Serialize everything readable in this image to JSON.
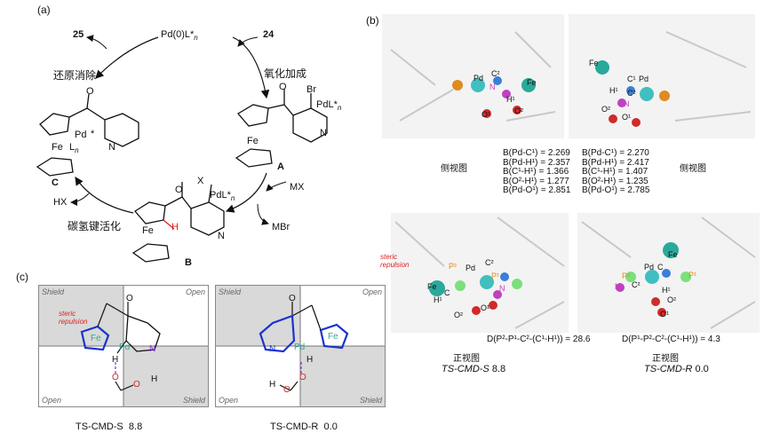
{
  "panel_a": {
    "label": "(a)",
    "compound_25": "25",
    "catalyst": "Pd(0)L*",
    "catalyst_sub": "n",
    "compound_24": "24",
    "step_oxidative_addition": "氧化加成",
    "step_reductive_elimination": "还原消除",
    "step_cmd": "碳氢键活化",
    "intermediate_A": "A",
    "intermediate_B": "B",
    "intermediate_C": "C",
    "reagent_MX": "MX",
    "byproduct_MBr": "MBr",
    "byproduct_HX": "HX",
    "atom_Br": "Br",
    "atom_X": "X",
    "ligand_PdL": "PdL*",
    "atom_Fe": "Fe",
    "atom_N": "N",
    "atom_O": "O",
    "atom_H": "H",
    "atom_Pd": "Pd",
    "Ln": "L",
    "Ln_sub": "n",
    "star": "*"
  },
  "panel_b": {
    "label": "(b)",
    "side_view_left": "侧视图",
    "side_view_right": "侧视图",
    "front_view_left": "正视图",
    "front_view_right": "正视图",
    "bonds_S": [
      "B(Pd-C¹) = 2.269",
      "B(Pd-H¹) = 2.357",
      "B(C¹-H¹) = 1.366",
      "B(O²-H¹) = 1.277",
      "B(Pd-O¹) = 2.851"
    ],
    "bonds_R": [
      "B(Pd-C¹) = 2.270",
      "B(Pd-H¹) = 2.417",
      "B(C¹-H¹) = 1.407",
      "B(O²-H¹) = 1.235",
      "B(Pd-O¹) = 2.785"
    ],
    "dihedral_S": "D(P²-P¹-C²-(C¹-H¹)) = 28.6",
    "dihedral_R": "D(P¹-P²-C²-(C¹-H¹)) = 4.3",
    "ts_S_label": "TS-CMD-S",
    "ts_S_value": "8.8",
    "ts_R_label": "TS-CMD-R",
    "ts_R_value": "0.0",
    "steric_label": "steric repulsion",
    "atom_labels": {
      "Pd": "Pd",
      "Fe": "Fe",
      "C1": "C¹",
      "C2": "C²",
      "H1": "H¹",
      "O1": "O¹",
      "O2": "O²",
      "N": "N",
      "P1": "P¹",
      "P2": "P²",
      "C": "C"
    }
  },
  "panel_c": {
    "label": "(c)",
    "shield": "Shield",
    "open": "Open",
    "steric_label": "steric repulsion",
    "ts_S_label": "TS-CMD-S",
    "ts_S_value": "8.8",
    "ts_R_label": "TS-CMD-R",
    "ts_R_value": "0.0",
    "atom_Fe": "Fe",
    "atom_Pd": "Pd",
    "atom_N": "N",
    "atom_H": "H",
    "atom_O": "O"
  },
  "colors": {
    "pd": "#3fbfbf",
    "fe": "#2aa99a",
    "carbon": "#3a7fd8",
    "oxygen": "#d02a2a",
    "nitrogen": "#c040c0",
    "phosphorus": "#e08a20",
    "highlight_red": "#e02020",
    "hbond_purple": "#8a2be2",
    "blue_bond": "#1a33cc",
    "shade": "#d9d9d9"
  }
}
